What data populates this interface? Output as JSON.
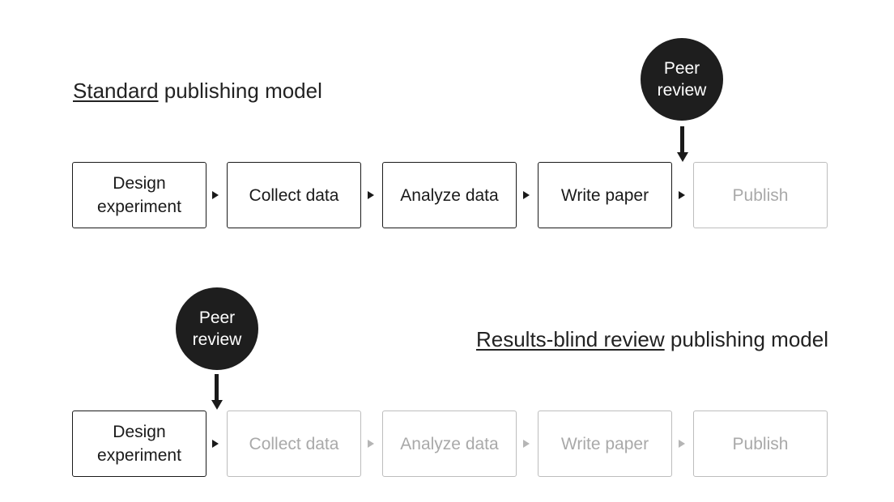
{
  "standard": {
    "heading_underlined": "Standard",
    "heading_rest": " publishing model",
    "peer_review": "Peer\nreview",
    "steps": [
      {
        "label": "Design\nexperiment"
      },
      {
        "label": "Collect data"
      },
      {
        "label": "Analyze data"
      },
      {
        "label": "Write paper"
      },
      {
        "label": "Publish"
      }
    ]
  },
  "results_blind": {
    "heading_underlined": "Results-blind review",
    "heading_rest": " publishing model",
    "peer_review": "Peer\nreview",
    "steps": [
      {
        "label": "Design\nexperiment"
      },
      {
        "label": "Collect data"
      },
      {
        "label": "Analyze data"
      },
      {
        "label": "Write paper"
      },
      {
        "label": "Publish"
      }
    ]
  }
}
